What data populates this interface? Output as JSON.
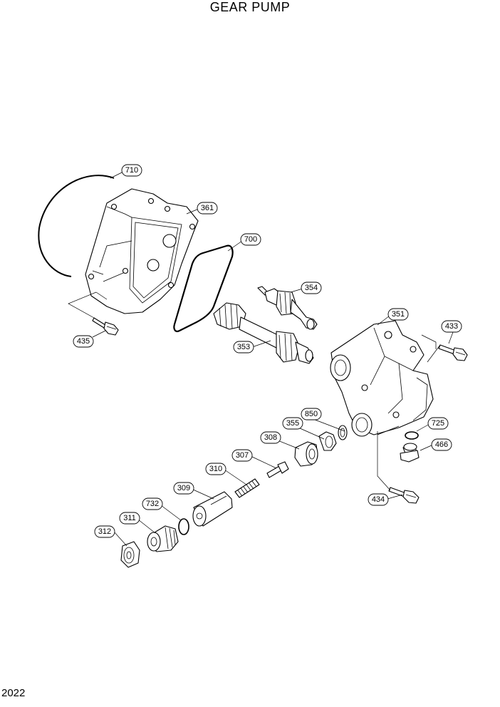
{
  "title": "GEAR PUMP",
  "page_number": "2022",
  "callouts": [
    {
      "id": "c710",
      "label": "710"
    },
    {
      "id": "c361",
      "label": "361"
    },
    {
      "id": "c700",
      "label": "700"
    },
    {
      "id": "c354",
      "label": "354"
    },
    {
      "id": "c351",
      "label": "351"
    },
    {
      "id": "c433",
      "label": "433"
    },
    {
      "id": "c435",
      "label": "435"
    },
    {
      "id": "c353",
      "label": "353"
    },
    {
      "id": "c850",
      "label": "850"
    },
    {
      "id": "c355",
      "label": "355"
    },
    {
      "id": "c725",
      "label": "725"
    },
    {
      "id": "c308",
      "label": "308"
    },
    {
      "id": "c466",
      "label": "466"
    },
    {
      "id": "c307",
      "label": "307"
    },
    {
      "id": "c310",
      "label": "310"
    },
    {
      "id": "c309",
      "label": "309"
    },
    {
      "id": "c434",
      "label": "434"
    },
    {
      "id": "c732",
      "label": "732"
    },
    {
      "id": "c311",
      "label": "311"
    },
    {
      "id": "c312",
      "label": "312"
    }
  ]
}
